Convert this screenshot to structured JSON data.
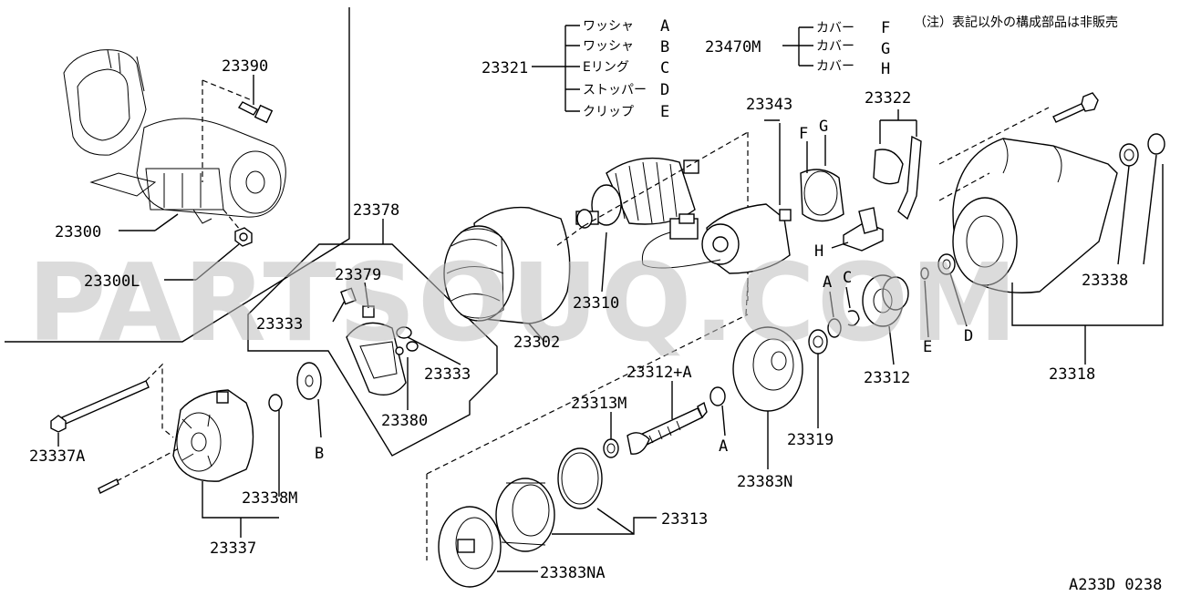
{
  "diagram": {
    "note": "（注）表記以外の構成部品は非販売",
    "code": "A233D 0238",
    "watermark": "PARTSOUQ.COM",
    "callouts": {
      "p23390": "23390",
      "p23300": "23300",
      "p23300L": "23300L",
      "p23378": "23378",
      "p23379": "23379",
      "p23333a": "23333",
      "p23333b": "23333",
      "p23380": "23380",
      "p23302": "23302",
      "p23310": "23310",
      "p23343": "23343",
      "p23322": "23322",
      "p23338": "23338",
      "p23318": "23318",
      "p23312": "23312",
      "p23319": "23319",
      "p23383N": "23383N",
      "p23312A": "23312+A",
      "p23313M": "23313M",
      "p23313": "23313",
      "p23383NA": "23383NA",
      "p23337A": "23337A",
      "p23338M": "23338M",
      "p23337": "23337"
    },
    "letters": {
      "A1": "A",
      "A2": "A",
      "B": "B",
      "C": "C",
      "D": "D",
      "E": "E",
      "F": "F",
      "G": "G",
      "H": "H"
    },
    "kit_23321": {
      "number": "23321",
      "items": [
        {
          "name": "ワッシャ",
          "key": "A"
        },
        {
          "name": "ワッシャ",
          "key": "B"
        },
        {
          "name": "Eリング",
          "key": "C"
        },
        {
          "name": "ストッパー",
          "key": "D"
        },
        {
          "name": "クリップ",
          "key": "E"
        }
      ]
    },
    "kit_23470M": {
      "number": "23470M",
      "items": [
        {
          "name": "カバー",
          "key": "F"
        },
        {
          "name": "カバー",
          "key": "G"
        },
        {
          "name": "カバー",
          "key": "H"
        }
      ]
    }
  }
}
